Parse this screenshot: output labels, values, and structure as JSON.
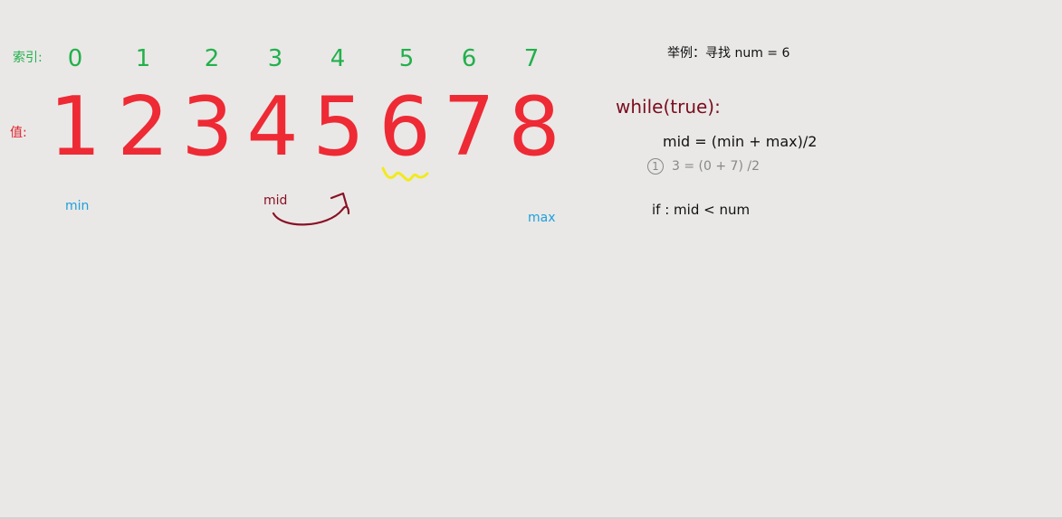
{
  "labels": {
    "index": "索引:",
    "value": "值:"
  },
  "indices": [
    "0",
    "1",
    "2",
    "3",
    "4",
    "5",
    "6",
    "7"
  ],
  "values": [
    "1",
    "2",
    "3",
    "4",
    "5",
    "6",
    "7",
    "8"
  ],
  "pointers": {
    "min": "min",
    "mid": "mid",
    "max": "max"
  },
  "example": "举例：寻找 num = 6",
  "code": {
    "while_line": "while(true):",
    "formula": "mid = (min + max)/2",
    "step_marker": "1",
    "step_text": "3 = (0 + 7) /2",
    "if_line": "if : mid < num"
  },
  "colors": {
    "background": "#e9e8e6",
    "index_green": "#22b04b",
    "value_red": "#ee2a35",
    "pointer_blue": "#1fa0dc",
    "mid_dark_red": "#8a1025",
    "highlight_yellow": "#f2ea1c"
  }
}
